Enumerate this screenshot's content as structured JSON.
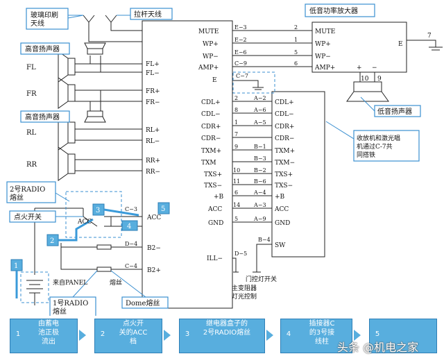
{
  "callouts": {
    "glass_antenna": "玻璃印刷天线",
    "rod_antenna": "拉杆天线",
    "tweeter_top": "高音扬声器",
    "tweeter_mid": "高音扬声器",
    "radio_fuse2": "2号RADIO熔丝",
    "ignition_switch": "点火开关",
    "radio_fuse1": "1号RADIO熔丝",
    "dome_fuse": "Dome熔丝",
    "amplifier": "低音功率放大器",
    "woofer": "低音扬声器",
    "cd_note": "收放机和激光唱机通过C-7共同搭铁"
  },
  "speakers": {
    "fl": "FL",
    "fr": "FR",
    "rl": "RL",
    "rr": "RR"
  },
  "radio_pins": {
    "mute": "MUTE",
    "wp_plus": "WP+",
    "wp_minus": "WP−",
    "amp_plus": "AMP+",
    "e": "E",
    "fl_plus": "FL+",
    "fl_minus": "FL−",
    "fr_plus": "FR+",
    "fr_minus": "FR−",
    "rl_plus": "RL+",
    "rl_minus": "RL−",
    "rr_plus": "RR+",
    "rr_minus": "RR−",
    "cdl_plus": "CDL+",
    "cdl_minus": "CDL−",
    "cdr_plus": "CDR+",
    "cdr_minus": "CDR−",
    "txm_plus": "TXM+",
    "txm": "TXM",
    "txs_plus": "TXS+",
    "txs_minus": "TXS−",
    "plus_b": "+B",
    "acc": "ACC",
    "gnd": "GND",
    "ill": "ILL−",
    "acc_left": "ACC",
    "b2_minus": "B2−",
    "b2_plus": "B2+"
  },
  "connectors": {
    "e3": "E−3",
    "e2": "E−2",
    "e6": "E−6",
    "c9": "C−9",
    "c7": "C−7",
    "a2": "A−2",
    "a6": "A−6",
    "a5": "A−5",
    "a4": "A−4",
    "a3": "A−3",
    "a9": "A−9",
    "b1": "B−1",
    "b3": "B−3",
    "b2": "B−2",
    "b6": "B−6",
    "b4": "B−4",
    "d4": "D−4",
    "c4": "C−4",
    "c3": "C−3",
    "d5": "D−5",
    "n2": "2",
    "n1": "1",
    "n5": "5",
    "n6": "6",
    "m2": "2",
    "m8": "8",
    "m1": "1",
    "m7": "7",
    "m9": "9",
    "m10": "10",
    "m11": "11",
    "m6": "6",
    "m14": "14",
    "m5": "5"
  },
  "cd_pins": {
    "cdl_plus": "CDL+",
    "cdl_minus": "CDL−",
    "cdr_plus": "CDR+",
    "cdr_minus": "CDR−",
    "txm_plus": "TXM+",
    "txm": "TXM−",
    "txs_plus": "TXS+",
    "txs_minus": "TXS−",
    "plus_b": "+B",
    "acc": "ACC",
    "gnd": "GND",
    "sw": "SW"
  },
  "amp_pins": {
    "mute": "MUTE",
    "wp_plus": "WP+",
    "wp_minus": "WP−",
    "amp_plus": "AMP+",
    "e": "E",
    "plus": "+",
    "minus": "−",
    "n7": "7",
    "n10": "10",
    "n9": "9"
  },
  "labels": {
    "acc_switch": "ACC",
    "fuse_word": "熔丝",
    "from_panel": "来自PANEL",
    "door_switch": "门控灯开关",
    "dimmer": "主变阻器\n灯光控制"
  },
  "step_markers": {
    "s1": "1",
    "s2": "2",
    "s3": "3",
    "s4": "4",
    "s5": "5"
  },
  "flow": [
    {
      "num": "1",
      "text": "由蓄电\n池正极\n流出"
    },
    {
      "num": "2",
      "text": "点火开\n关的ACC\n档"
    },
    {
      "num": "3",
      "text": "继电器盒子的\n2号RADIO熔丝"
    },
    {
      "num": "4",
      "text": "插接器C\n的3号接\n线柱"
    },
    {
      "num": "5",
      "text": ""
    }
  ],
  "watermark": "头条 @机电之家",
  "colors": {
    "line": "#222222",
    "callout_border": "#3a8fd0",
    "step": "#3a9ad9",
    "flow_fill": "#58aede"
  }
}
